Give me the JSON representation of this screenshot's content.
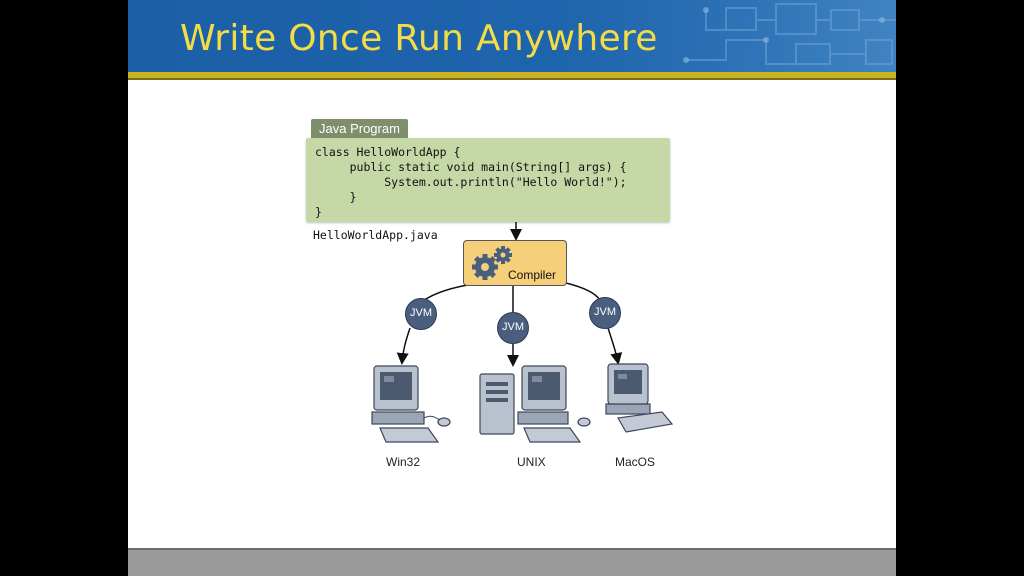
{
  "slide": {
    "title": "Write Once Run Anywhere",
    "colors": {
      "header": "#1e64ac",
      "title": "#f3dc45",
      "rule": "#c9b323",
      "code_bg": "#c5d8a6",
      "compiler_bg": "#f5cf7a",
      "jvm": "#4a5f7e"
    }
  },
  "program": {
    "tab_label": "Java Program",
    "code_lines": [
      "class HelloWorldApp {",
      "     public static void main(String[] args) {",
      "          System.out.println(\"Hello World!\");",
      "     }",
      "}"
    ],
    "filename": "HelloWorldApp.java"
  },
  "compiler": {
    "label": "Compiler",
    "icon": "gears-icon"
  },
  "jvm_label": "JVM",
  "targets": [
    {
      "os": "Win32",
      "icon": "desktop-computer-icon"
    },
    {
      "os": "UNIX",
      "icon": "tower-workstation-icon"
    },
    {
      "os": "MacOS",
      "icon": "desktop-computer-icon"
    }
  ]
}
